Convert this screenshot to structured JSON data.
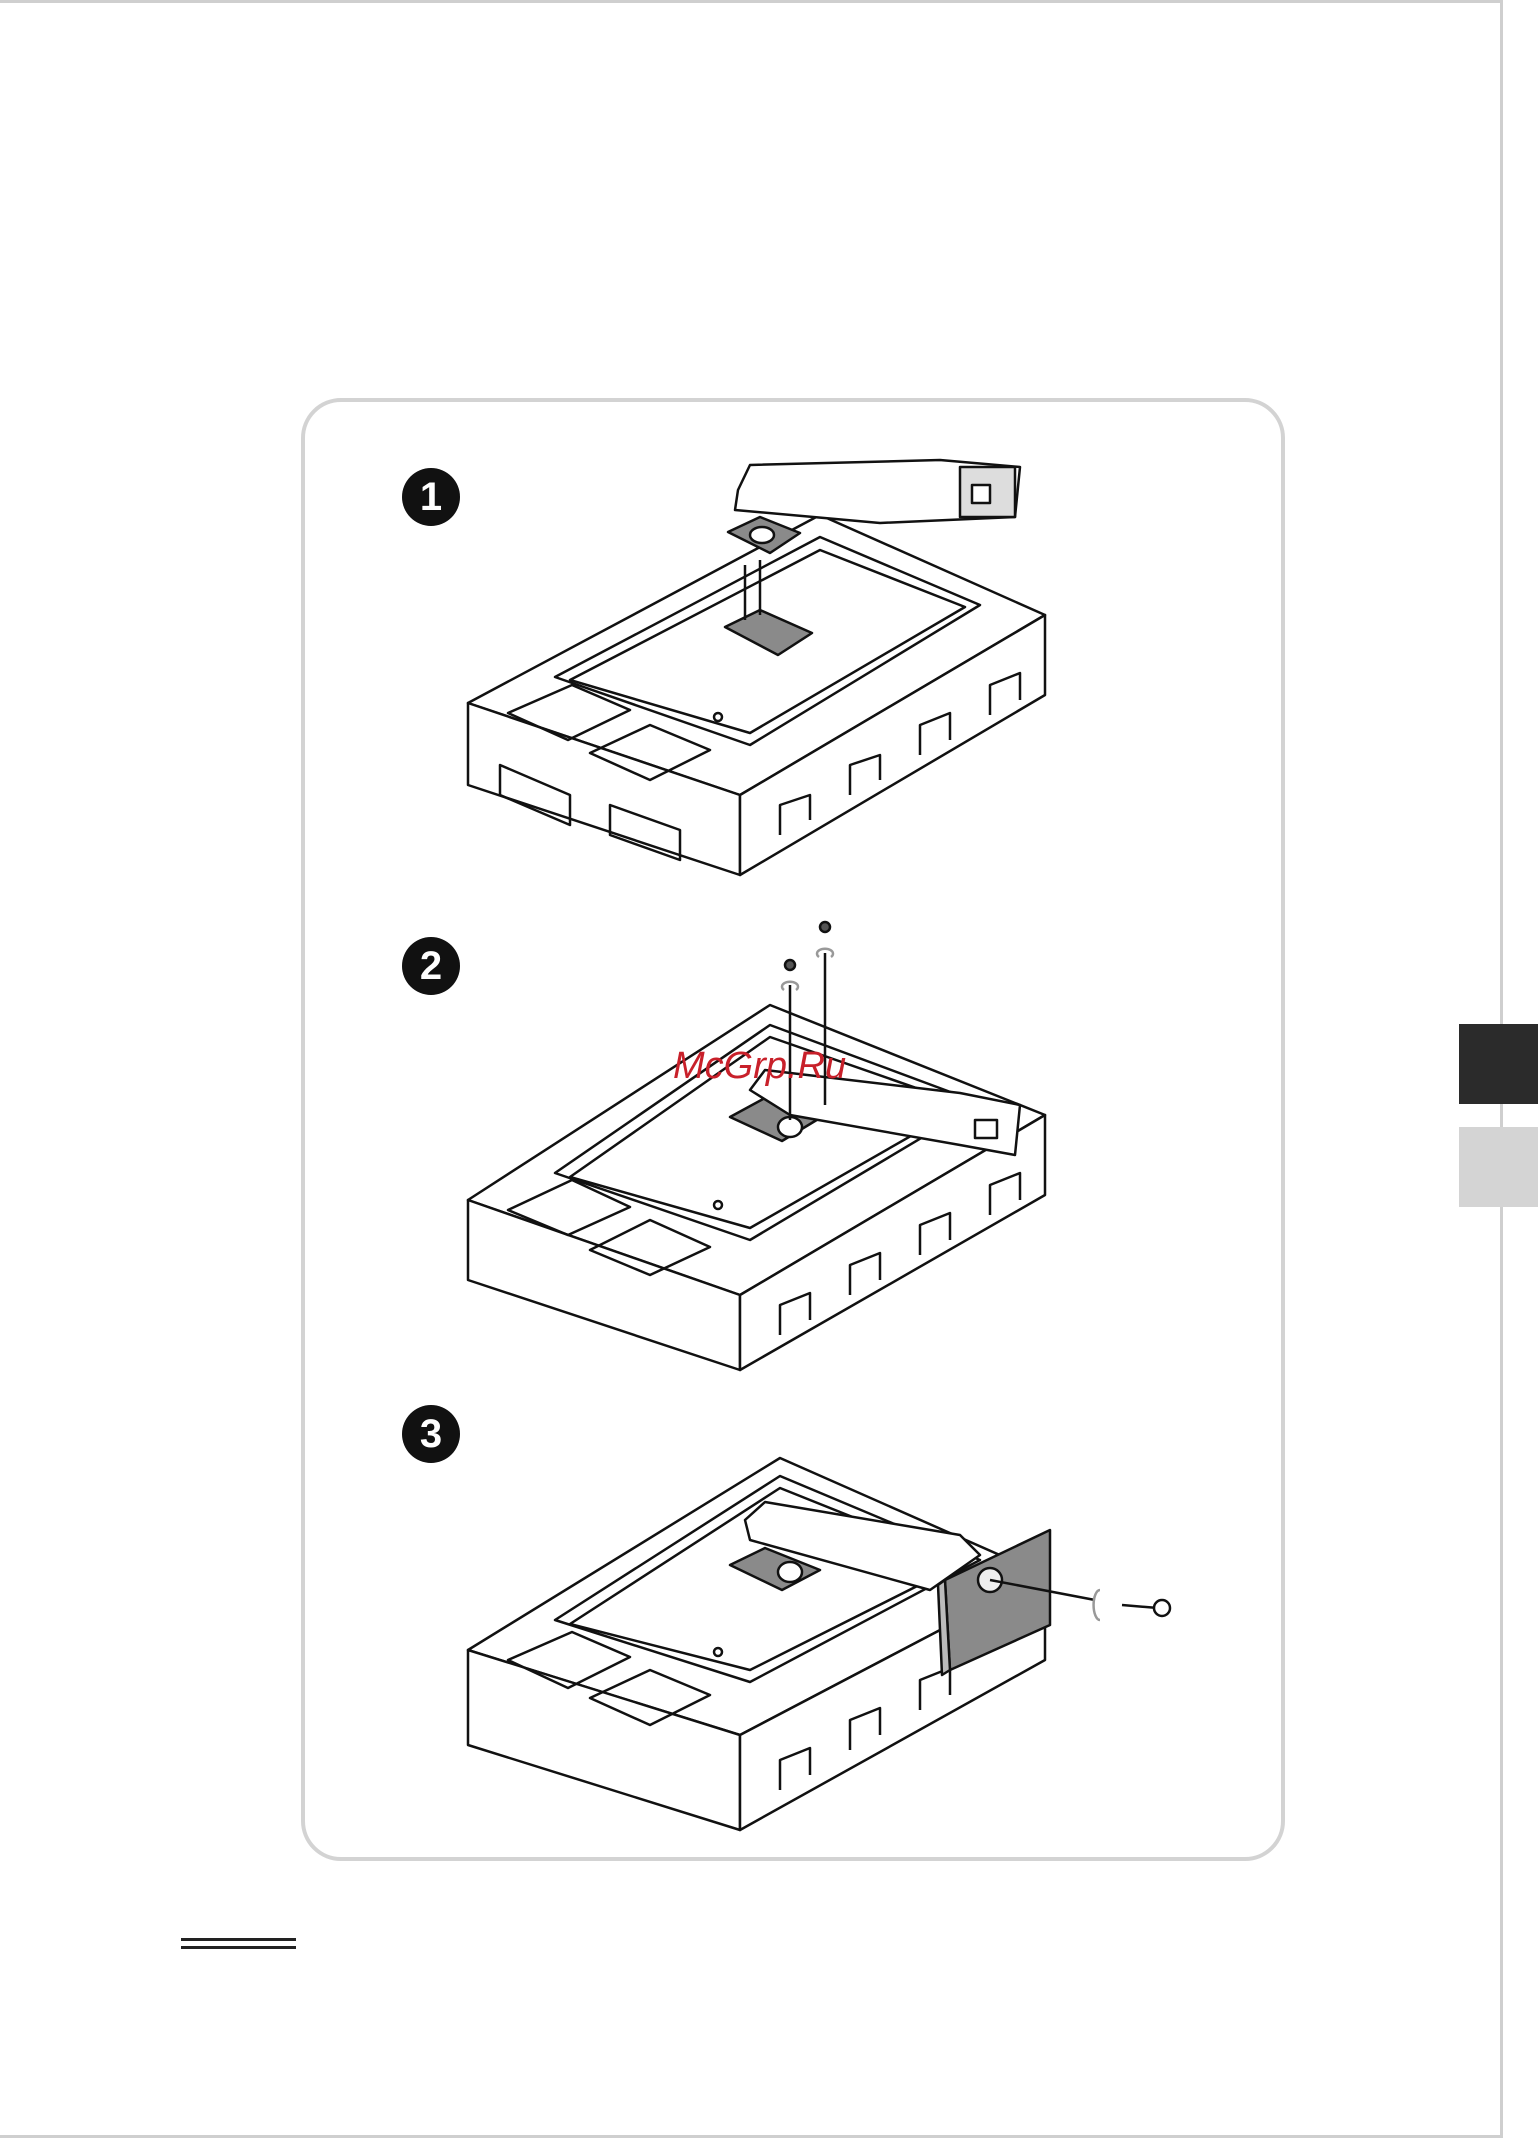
{
  "steps": [
    {
      "number": "1"
    },
    {
      "number": "2"
    },
    {
      "number": "3"
    }
  ],
  "watermark": "McGrp.Ru",
  "colors": {
    "side_tab_active": "#2b2b2b",
    "side_tab_inactive": "#d4d4d4",
    "panel_border": "#d3d3d3",
    "watermark": "#c8202a"
  }
}
